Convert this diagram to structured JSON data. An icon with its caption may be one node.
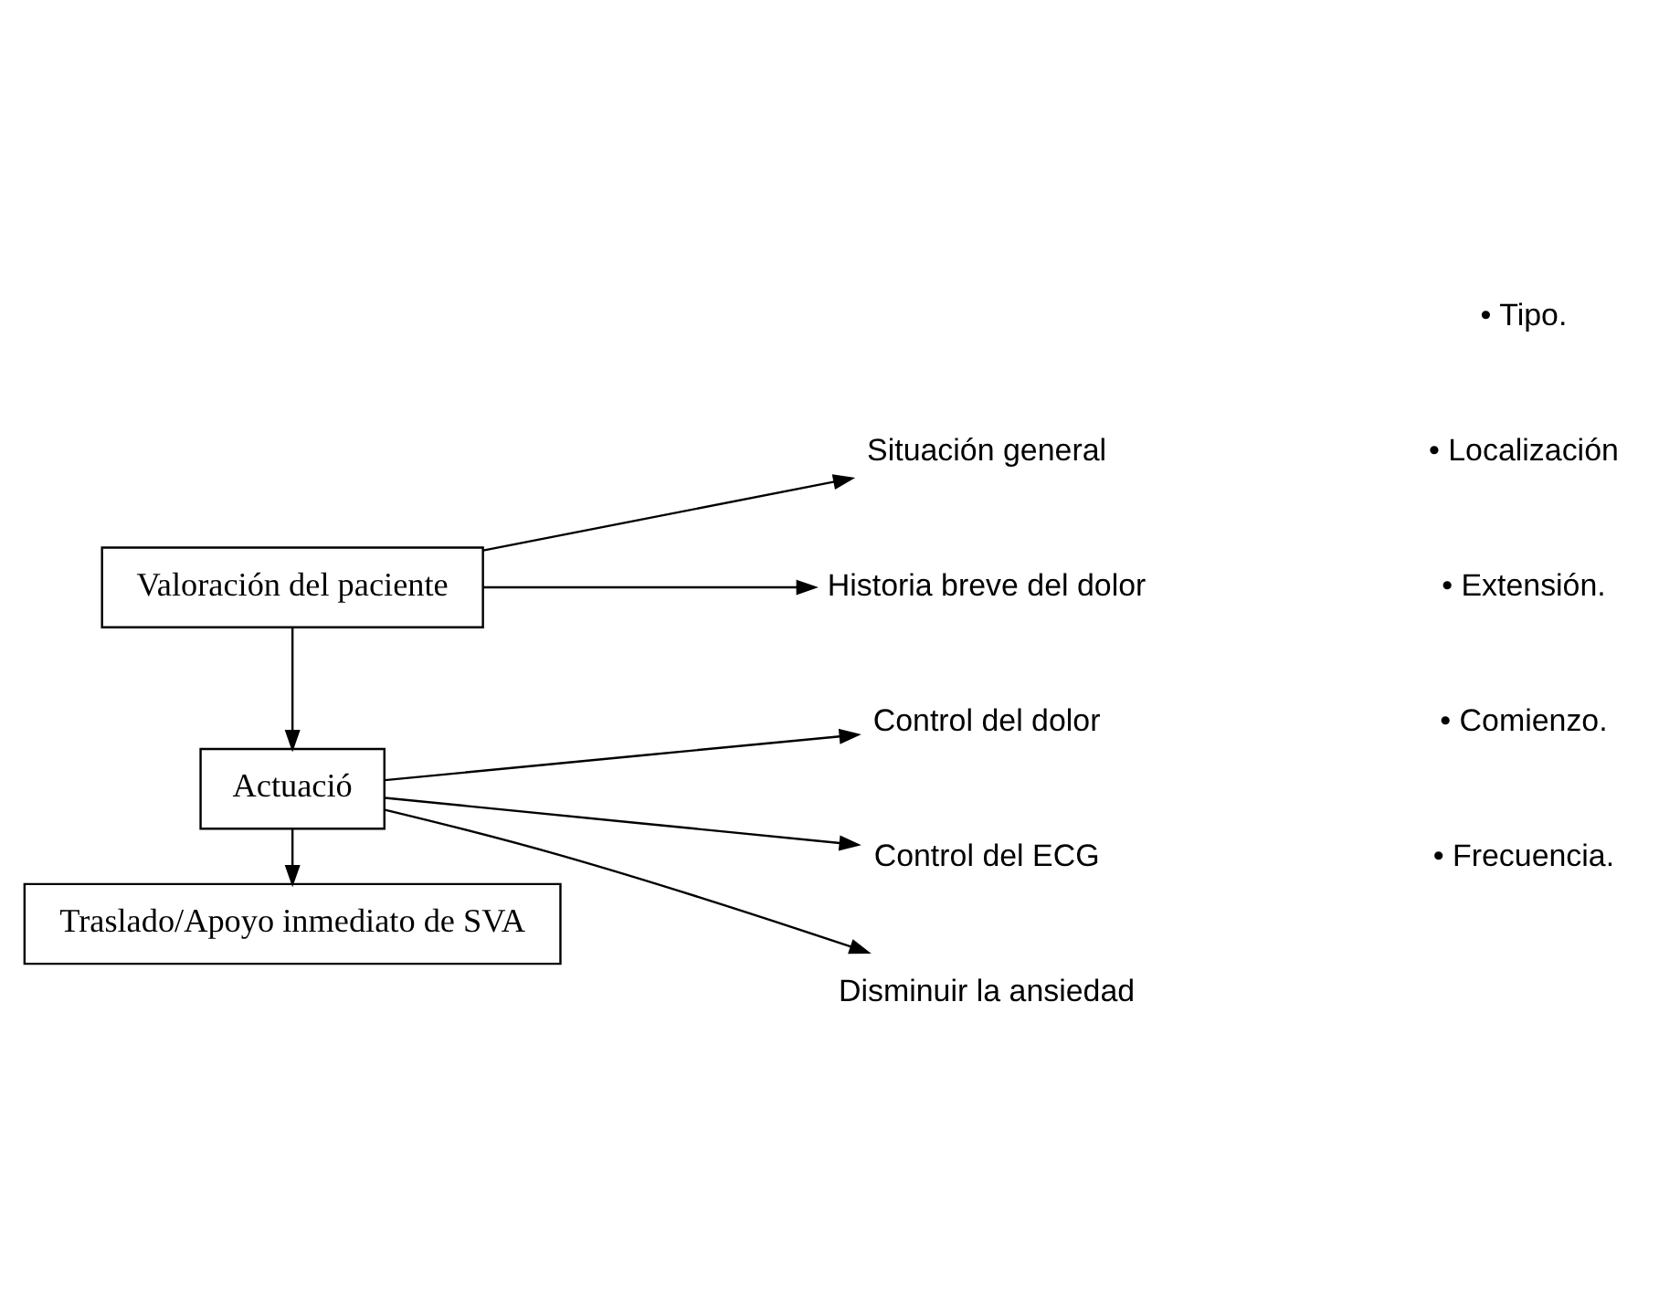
{
  "diagram": {
    "nodes": [
      {
        "text": [
          "Valoración del paciente"
        ]
      },
      {
        "text": [
          "Situación general"
        ]
      },
      {
        "text": [
          "Historia breve del dolor"
        ]
      },
      {
        "text": [
          "Actuació"
        ]
      },
      {
        "text": [
          "Control del dolor"
        ]
      },
      {
        "text": [
          "Control del ECG"
        ]
      },
      {
        "text": [
          "Disminuir la ansiedad"
        ]
      },
      {
        "text": [
          "Traslado/Apoyo inmediato de SVA"
        ]
      }
    ],
    "edges": [
      {
        "from": 0,
        "to": 1,
        "arrow": "to"
      },
      {
        "from": 0,
        "to": 2,
        "arrow": "to"
      },
      {
        "from": 0,
        "to": 3,
        "arrow": "to"
      },
      {
        "from": 3,
        "to": 4,
        "arrow": "to"
      },
      {
        "from": 3,
        "to": 5,
        "arrow": "to"
      },
      {
        "from": 3,
        "to": 6,
        "arrow": "to"
      },
      {
        "from": 3,
        "to": 7,
        "arrow": "to"
      }
    ],
    "labels": [
      "• Tipo.",
      "• Localización",
      "• Extensión.",
      "• Comienzo.",
      "• Frecuencia."
    ]
  }
}
